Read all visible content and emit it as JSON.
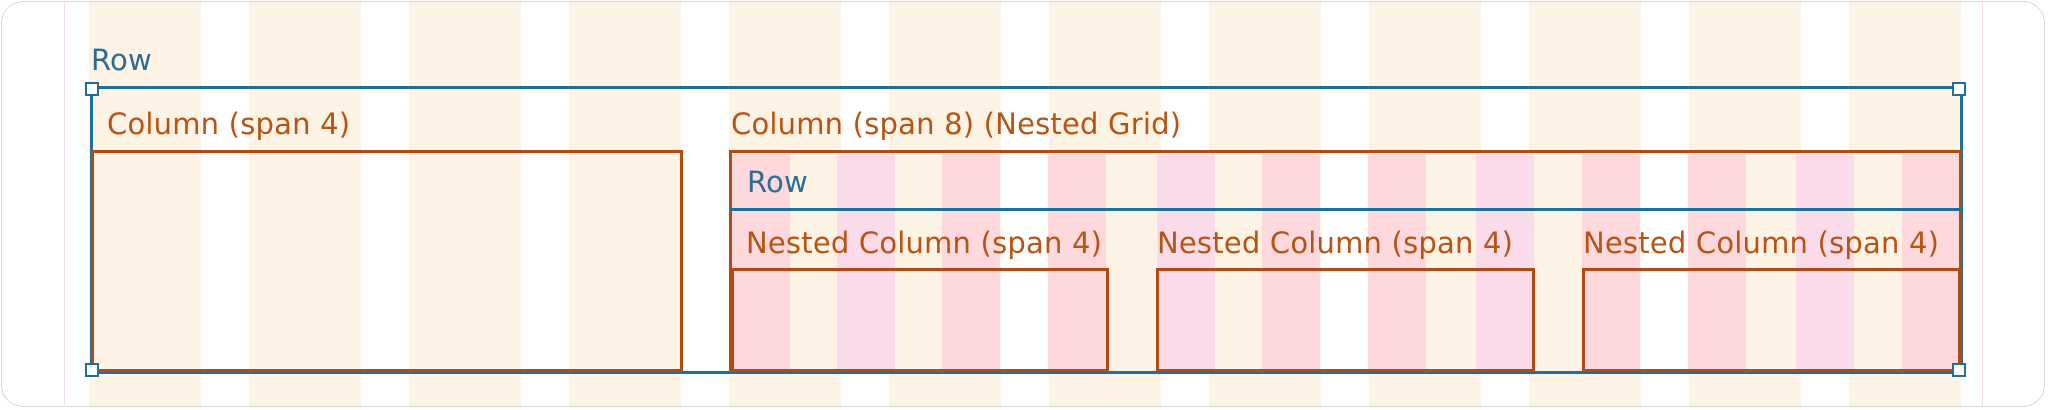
{
  "row_label": "Row",
  "column_span4_label": "Column (span 4)",
  "column_span8_label": "Column (span 8) (Nested Grid)",
  "nested_row_label": "Row",
  "nested_columns": [
    {
      "label": "Nested Column (span 4)"
    },
    {
      "label": "Nested Column (span 4)"
    },
    {
      "label": "Nested Column (span 4)"
    }
  ],
  "colors": {
    "row": "#1f6f9b",
    "column": "#b24a12",
    "grid_column": "#fdf3e4",
    "nested_column_pink": "#fadbe9",
    "nested_column_red": "#fdd8dc"
  }
}
